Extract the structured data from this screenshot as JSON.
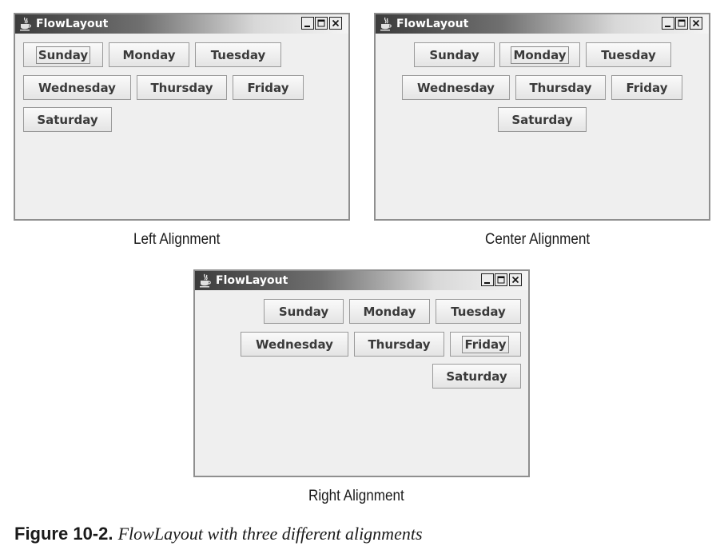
{
  "windows": [
    {
      "title": "FlowLayout",
      "caption": "Left Alignment",
      "buttons": [
        "Sunday",
        "Monday",
        "Tuesday",
        "Wednesday",
        "Thursday",
        "Friday",
        "Saturday"
      ],
      "focused_button": "Sunday"
    },
    {
      "title": "FlowLayout",
      "caption": "Center Alignment",
      "buttons": [
        "Sunday",
        "Monday",
        "Tuesday",
        "Wednesday",
        "Thursday",
        "Friday",
        "Saturday"
      ],
      "focused_button": "Monday"
    },
    {
      "title": "FlowLayout",
      "caption": "Right Alignment",
      "buttons": [
        "Sunday",
        "Monday",
        "Tuesday",
        "Wednesday",
        "Thursday",
        "Friday",
        "Saturday"
      ],
      "focused_button": "Friday"
    }
  ],
  "window_controls": [
    "minimize-icon",
    "maximize-icon",
    "close-icon"
  ],
  "figure_caption": {
    "number": "Figure 10-2.",
    "text": "FlowLayout with three different alignments"
  },
  "colors": {
    "titlebar_dark": "#3c3c3c",
    "titlebar_light": "#f4f4f4",
    "window_background": "#efefef",
    "button_text": "#3a3a3a"
  }
}
